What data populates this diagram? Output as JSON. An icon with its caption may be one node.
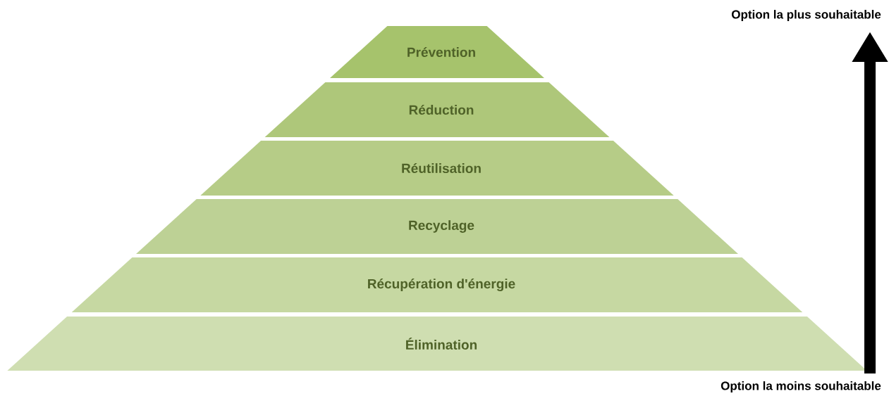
{
  "diagram": {
    "nodes": [
      {
        "text": [
          "Prévention"
        ]
      },
      {
        "text": [
          "Réduction"
        ]
      },
      {
        "text": [
          "Réutilisation"
        ]
      },
      {
        "text": [
          "Recyclage"
        ]
      },
      {
        "text": [
          "Récupération d'énergie"
        ]
      },
      {
        "text": [
          "Élimination"
        ]
      },
      {
        "text": [
          "Option la plus souhaitable"
        ]
      },
      {
        "text": [
          "Option la moins souhaitable"
        ]
      }
    ],
    "edges": [
      {
        "from": 7,
        "to": 6,
        "arrow": "to"
      }
    ]
  }
}
